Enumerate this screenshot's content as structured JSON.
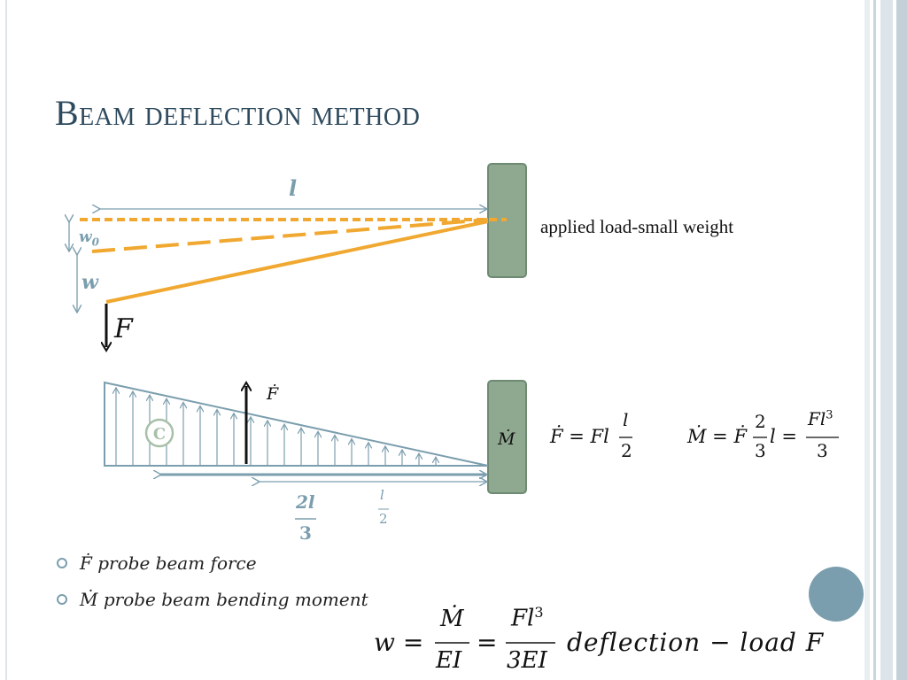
{
  "slide": {
    "title": "Beam deflection method"
  },
  "diagram_top": {
    "length_label": "l",
    "w0_label": "w",
    "w0_sub": "0",
    "w_label": "w",
    "force_label": "F",
    "applied_load_text": "applied load-small weight"
  },
  "diagram_bottom": {
    "fdot_label": "Ḟ",
    "c_label": "C",
    "mdot_label": "Ṁ",
    "two_l_over_3_num": "2l",
    "two_l_over_3_den": "3",
    "l_over_2_num": "l",
    "l_over_2_den": "2"
  },
  "equations": {
    "eq1_left": "Ḟ = Fl",
    "eq1_num": "l",
    "eq1_den": "2",
    "eq2_left": "Ṁ = Ḟ",
    "eq2_num": "2",
    "eq2_den": "3",
    "eq2_mid": "l =",
    "eq2_num2": "Fl",
    "eq2_num2_sup": "3",
    "eq2_den2": "3"
  },
  "bullets": [
    {
      "symbol": "Ḟ",
      "text": "probe beam force"
    },
    {
      "symbol": "Ṁ",
      "text": "probe beam bending moment"
    }
  ],
  "bottom_equation": {
    "w": "w =",
    "frac1_num": "Ṁ",
    "frac1_den": "EI",
    "eq": "=",
    "frac2_num": "Fl",
    "frac2_num_sup": "3",
    "frac2_den": "3EI",
    "tail": "deflection − load F"
  },
  "colors": {
    "title": "#2e4a5e",
    "beam": "#f0a830",
    "wall": "#8fa890",
    "arrows": "#7b9eae",
    "circle_button": "#7b9eae"
  }
}
